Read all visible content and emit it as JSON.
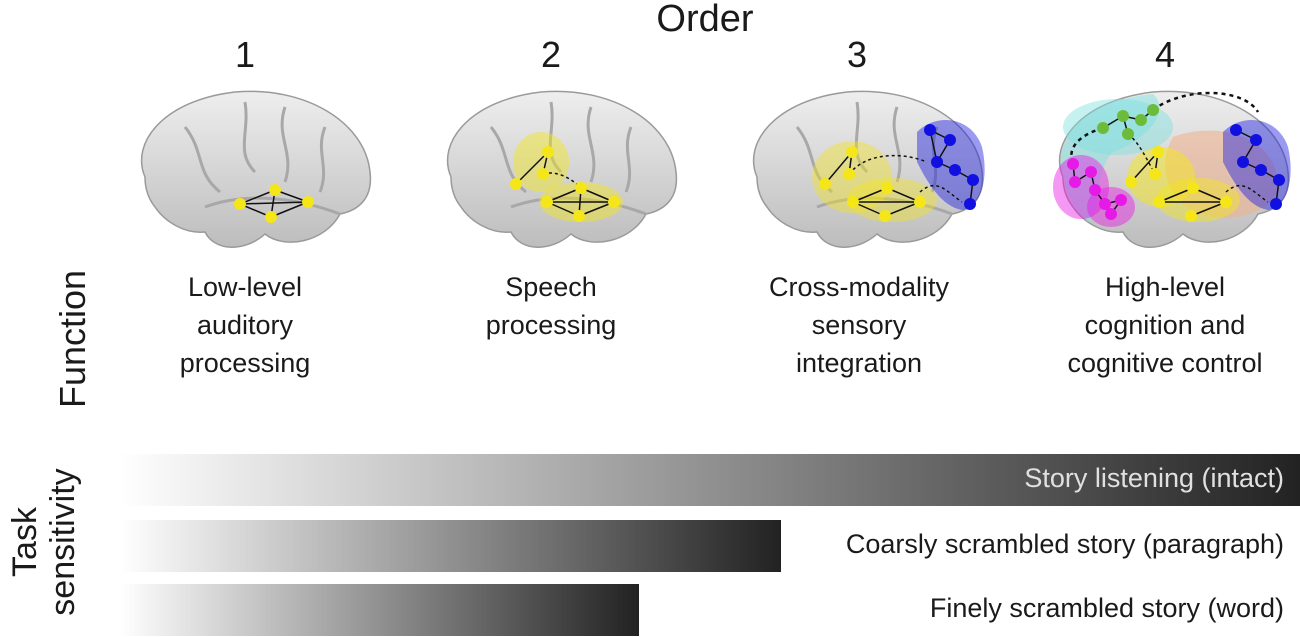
{
  "title": "Order",
  "orders": [
    {
      "number": "1",
      "function": [
        "Low-level",
        "auditory",
        "processing"
      ]
    },
    {
      "number": "2",
      "function": [
        "Speech",
        "processing"
      ]
    },
    {
      "number": "3",
      "function": [
        "Cross-modality",
        "sensory",
        "integration"
      ]
    },
    {
      "number": "4",
      "function": [
        "High-level",
        "cognition and",
        "cognitive control"
      ]
    }
  ],
  "function_axis_label": "Function",
  "task_axis_label": [
    "Task",
    "sensitivity"
  ],
  "tasks": [
    {
      "label": "Story listening (intact)",
      "sensitivity": 1.0
    },
    {
      "label": "Coarsly scrambled story (paragraph)",
      "sensitivity": 0.56
    },
    {
      "label": "Finely scrambled story (word)",
      "sensitivity": 0.44
    }
  ],
  "colors": {
    "auditory": "#f5e61a",
    "visual_network": "#1010e0",
    "control_network": "#6dbb3a",
    "default_network": "#e61ae6",
    "teal_region": "#7fe0e0",
    "orange_region": "#f0b08a",
    "brain": "#d6d6d6",
    "bar_dark": "#222222"
  }
}
